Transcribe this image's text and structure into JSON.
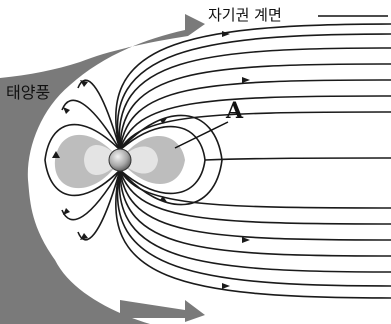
{
  "labels": {
    "solar_wind": "태양풍",
    "magnetopause": "자기권 계면",
    "point_a": "A"
  },
  "colors": {
    "solar_wind_fill": "#7a7a7a",
    "van_allen_belt": "#bdbdbd",
    "field_line": "#1a1a1a"
  }
}
